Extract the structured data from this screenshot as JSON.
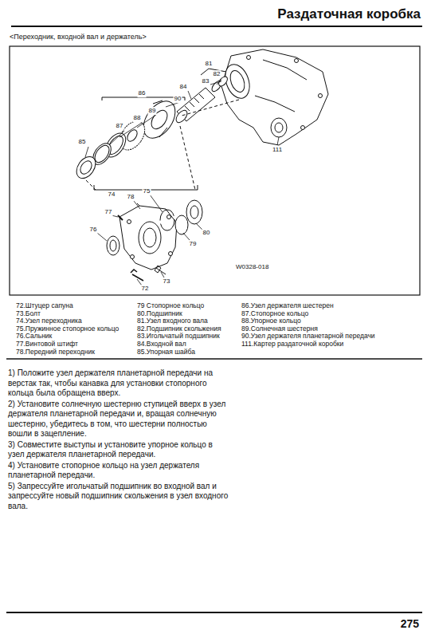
{
  "diagram": {
    "title": "Раздаточная коробка",
    "labels": [
      "<Переходник, входной вал и держатель>",
      "81",
      "82",
      "83",
      "84",
      "86",
      "87",
      "88",
      "89",
      "90",
      "85",
      "111",
      "74",
      "75",
      "78",
      "77",
      "76",
      "79",
      "80",
      "73",
      "72",
      "W0328-018",
      "72.Штуцер сапуна",
      "73.Болт",
      "74.Узел переходника",
      "75.Пружинное стопорное кольцо",
      "76.Сальник",
      "77.Винтовой штифт",
      "78.Передний переходник",
      "79 Стопорное кольцо",
      "80.Подшипник",
      "81.Узел входного вала",
      "82.Подшипник скольжения",
      "83.Игольчатый подшипник",
      "84.Входной вал",
      "85.Упорная шайба",
      "86.Узел держателя шестерен",
      "87.Стопорное кольцо",
      "88.Упорное кольцо",
      "89.Солнечная шестерня",
      "90.Узел держателя планетарной передачи",
      "111.Картер раздаточной коробки",
      "1) Положите узел держателя планетарной передачи на верстак так, чтобы канавка для установки стопорного кольца была обращена вверх.",
      "2) Установите солнечную шестерню ступицей вверх в узел держателя планетарной передачи и, вращая солнечную шестерню, убедитесь в том, что шестерни полностью вошли в зацепление.",
      "3) Совместите выступы и установите упорное кольцо в узел держателя планетарной передачи.",
      "4) Установите стопорное кольцо на узел держателя планетарной передачи.",
      "5) Запрессуйте игольчатый подшипник во входной вал и запрессуйте новый подшипник скольжения в узел входного вала.",
      "275"
    ]
  }
}
